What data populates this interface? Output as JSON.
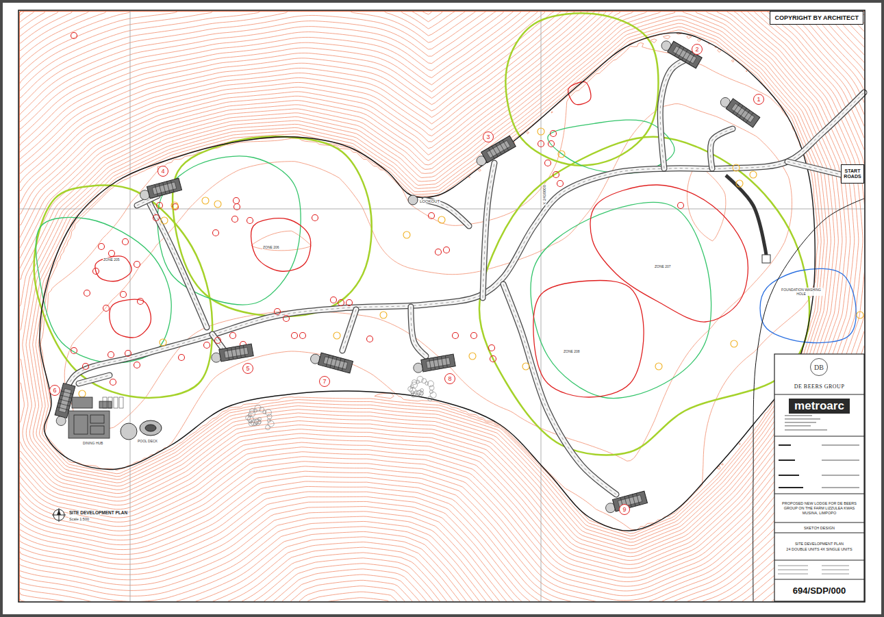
{
  "diagram": {
    "title": "SITE DEVELOPMENT PLAN",
    "nodes": [
      {
        "text": [
          "COPYRIGHT BY ARCHITECT"
        ]
      },
      {
        "text": [
          "START ROADS"
        ]
      },
      {
        "text": [
          "2"
        ]
      },
      {
        "text": [
          "1"
        ]
      },
      {
        "text": [
          "3"
        ]
      },
      {
        "text": [
          "4"
        ]
      },
      {
        "text": [
          "5"
        ]
      },
      {
        "text": [
          "8"
        ]
      },
      {
        "text": [
          "7"
        ]
      },
      {
        "text": [
          "6"
        ]
      },
      {
        "text": [
          "9"
        ]
      },
      {
        "text": [
          "DE BEERS GROUP"
        ]
      },
      {
        "text": [
          "DB"
        ],
        "in": 11
      },
      {
        "text": [
          "metroarc"
        ]
      },
      {
        "text": [
          "PROPOSED NEW LODGE FOR DE BEERS GROUP ON THE FARM LIZZULEA KWAS MUSINA, LIMPOPO"
        ]
      },
      {
        "text": [
          "SKETCH DESIGN"
        ]
      },
      {
        "text": [
          "SITE DEVELOPMENT PLAN",
          "24 DOUBLE UNITS 4X SINGLE UNITS"
        ]
      },
      {
        "text": [
          "694/SDP/000"
        ]
      }
    ],
    "labels": [
      "LOOKOUT",
      "Scale 1:500",
      "DINING HUB",
      "POOL DECK",
      "X 2430000",
      "FOUNDATION WASHING HOLE",
      "ZONE 205",
      "ZONE 206",
      "ZONE 207",
      "ZONE 208"
    ]
  }
}
